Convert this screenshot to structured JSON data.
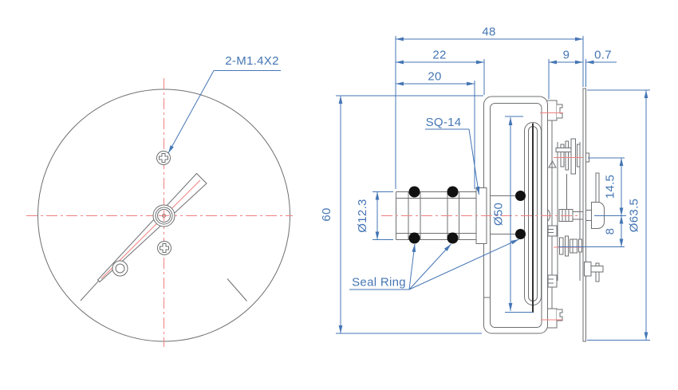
{
  "document": {
    "type": "engineering-drawing",
    "description": "Two-view technical drawing of a panel-mount pressure gauge: dial front view and sectioned side view"
  },
  "colors": {
    "line": "#6e6f71",
    "dark": "#333333",
    "dimension": "#4576b4",
    "centerline": "#f08080",
    "seal": "#111111",
    "background": "#ffffff"
  },
  "front_view": {
    "leader_label": "2-M1.4X2"
  },
  "side_view": {
    "labels": {
      "square_drive": "SQ-14",
      "seal_ring": "Seal Ring"
    }
  },
  "dimensions": {
    "overall_depth": "48",
    "stem_and_square_length": "22",
    "stem_length": "20",
    "case_back_to_panel": "9",
    "panel_thickness": "0.7",
    "case_height": "60",
    "stem_diameter": "Ø12.3",
    "bourdon_tube_diameter": "Ø50",
    "axis_to_upper_shaft": "14.5",
    "axis_to_lower_shaft": "8",
    "back_plate_diameter": "Ø63.5"
  }
}
